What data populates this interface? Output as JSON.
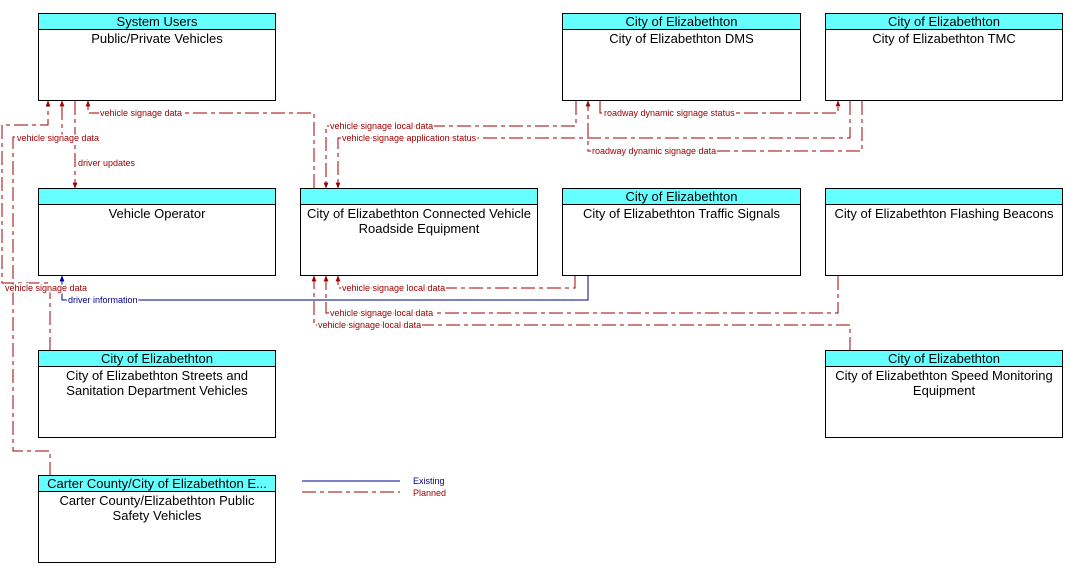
{
  "elements": {
    "users": {
      "group": "System Users",
      "name": "Public/Private Vehicles"
    },
    "dms": {
      "group": "City of Elizabethton",
      "name": "City of Elizabethton DMS"
    },
    "tmc": {
      "group": "City of Elizabethton",
      "name": "City of Elizabethton TMC"
    },
    "operator": {
      "group": "",
      "name": "Vehicle Operator"
    },
    "cvrse": {
      "group": "",
      "name": "City of Elizabethton Connected Vehicle Roadside Equipment"
    },
    "signals": {
      "group": "City of Elizabethton",
      "name": "City of Elizabethton Traffic Signals"
    },
    "beacons": {
      "group": "",
      "name": "City of Elizabethton Flashing Beacons"
    },
    "streets": {
      "group": "City of Elizabethton",
      "name": "City of Elizabethton Streets and Sanitation Department Vehicles"
    },
    "speed": {
      "group": "City of Elizabethton",
      "name": "City of Elizabethton Speed Monitoring Equipment"
    },
    "safety": {
      "group": "Carter County/City of Elizabethton E...",
      "name": "Carter County/Elizabethton Public Safety Vehicles"
    }
  },
  "flows": {
    "f1": "vehicle signage data",
    "f2": "vehicle signage data",
    "f3": "driver updates",
    "f4": "vehicle signage local data",
    "f5": "vehicle signage application status",
    "f6": "roadway dynamic signage status",
    "f7": "roadway dynamic signage data",
    "f8": "vehicle signage data",
    "f9": "driver information",
    "f10": "vehicle signage local data",
    "f11": "vehicle signage local data",
    "f12": "vehicle signage local data"
  },
  "legend": {
    "existing": "Existing",
    "planned": "Planned"
  },
  "colors": {
    "existing": "#00008b",
    "planned": "#a00000",
    "header": "#66ffff"
  }
}
